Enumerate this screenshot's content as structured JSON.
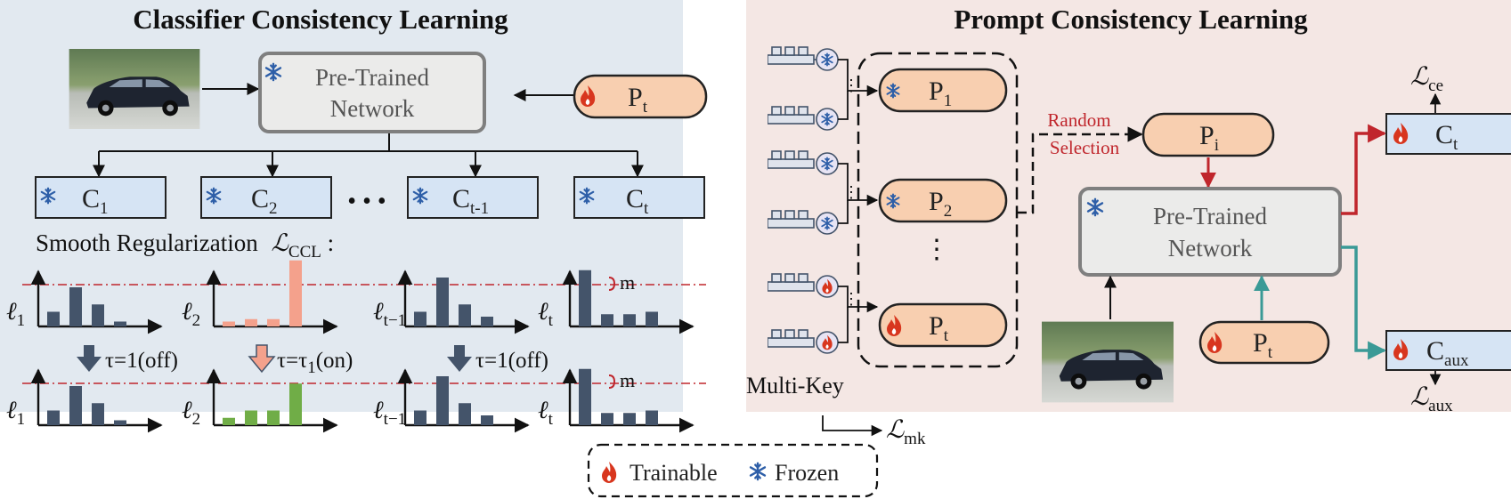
{
  "left_panel": {
    "title": "Classifier Consistency Learning",
    "network_line1": "Pre-Trained",
    "network_line2": "Network",
    "prompt": {
      "base": "P",
      "sub": "t"
    },
    "classifiers": [
      {
        "base": "C",
        "sub": "1"
      },
      {
        "base": "C",
        "sub": "2"
      },
      {
        "base": "C",
        "sub": "t-1"
      },
      {
        "base": "C",
        "sub": "t"
      }
    ],
    "ellipsis": "• • •",
    "smooth_text": "Smooth Regularization",
    "loss_ccl": {
      "base": "ℒ",
      "sub": "CCL",
      "suffix": " :"
    },
    "histograms": [
      {
        "label": "ℓ",
        "sub": "1",
        "before": [
          0.3,
          0.8,
          0.45,
          0.1
        ],
        "after": [
          0.3,
          0.8,
          0.45,
          0.1
        ],
        "color_before": "#44546a",
        "color_after": "#44546a"
      },
      {
        "label": "ℓ",
        "sub": "2",
        "before": [
          0.1,
          0.15,
          0.15,
          1.35
        ],
        "after": [
          0.15,
          0.3,
          0.3,
          0.85
        ],
        "color_before": "#f4a18c",
        "color_after": "#70ad47"
      },
      {
        "label": "ℓ",
        "sub": "t−1",
        "before": [
          0.3,
          1.0,
          0.45,
          0.2
        ],
        "after": [
          0.3,
          1.0,
          0.45,
          0.2
        ],
        "color_before": "#44546a",
        "color_after": "#44546a"
      },
      {
        "label": "ℓ",
        "sub": "t",
        "before": [
          1.15,
          0.25,
          0.25,
          0.3
        ],
        "after": [
          1.15,
          0.25,
          0.25,
          0.3
        ],
        "color_before": "#44546a",
        "color_after": "#44546a"
      }
    ],
    "margin_label": "m",
    "tau": [
      {
        "text": "τ=1(off)"
      },
      {
        "pre": "τ=τ",
        "sub": "1",
        "post": "(on)"
      },
      {
        "text": "τ=1(off)"
      }
    ]
  },
  "right_panel": {
    "title": "Prompt Consistency Learning",
    "prompts": [
      {
        "base": "P",
        "sub": "1",
        "trainable": false
      },
      {
        "base": "P",
        "sub": "2",
        "trainable": false
      },
      {
        "base": "P",
        "sub": "t",
        "trainable": true
      }
    ],
    "vdots": "⋮",
    "random_selection_line1": "Random",
    "random_selection_line2": "Selection",
    "selected_prompt": {
      "base": "P",
      "sub": "i"
    },
    "network_line1": "Pre-Trained",
    "network_line2": "Network",
    "prompt_t": {
      "base": "P",
      "sub": "t"
    },
    "classifier_t": {
      "base": "C",
      "sub": "t"
    },
    "classifier_aux": {
      "base": "C",
      "sub": "aux"
    },
    "loss_ce": {
      "base": "ℒ",
      "sub": "ce"
    },
    "loss_aux": {
      "base": "ℒ",
      "sub": "aux"
    },
    "multi_key": "Multi-Key",
    "loss_mk": {
      "base": "ℒ",
      "sub": "mk"
    }
  },
  "legend": {
    "trainable": "Trainable",
    "frozen": "Frozen"
  },
  "colors": {
    "left_bg": "#e2e9f0",
    "right_bg": "#f4e7e4",
    "prompt_fill": "#f8cfb0",
    "classifier_fill": "#d6e4f4",
    "network_fill": "#ebebea",
    "bar_dark": "#44546a",
    "bar_salmon": "#f4a18c",
    "bar_green": "#70ad47",
    "red_arrow": "#c0262c",
    "teal_arrow": "#3a9a96",
    "frozen_icon": "#2e5fa8",
    "trainable_icon": "#d8361e"
  }
}
